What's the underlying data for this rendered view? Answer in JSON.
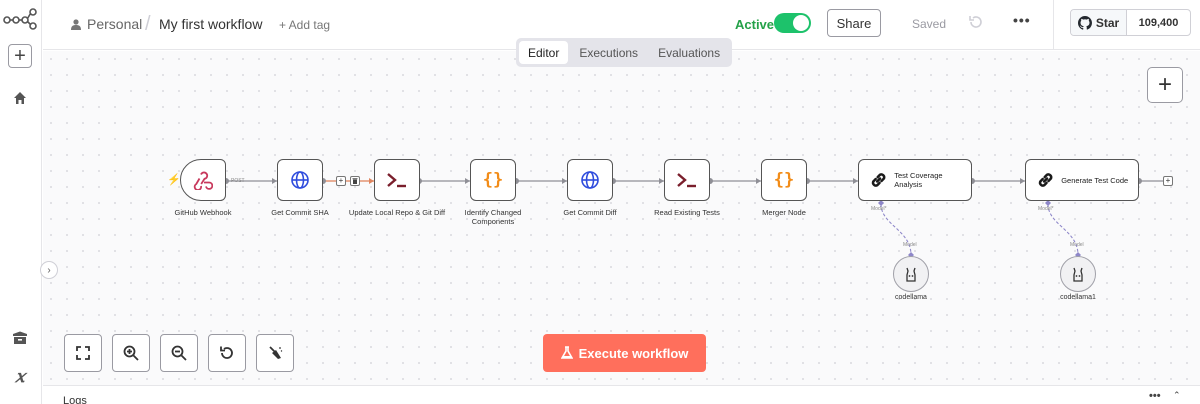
{
  "sidebar": {
    "logo_icon": "n8n-logo-icon",
    "add_icon": "plus-icon",
    "home_icon": "home-icon",
    "templates_icon": "box-icon",
    "variables_icon": "variable-x-icon",
    "expand_icon": "chevron-right-icon"
  },
  "header": {
    "project": "Personal",
    "separator": "/",
    "workflow_name": "My first workflow",
    "add_tag": "+ Add tag",
    "active_label": "Active",
    "active": true,
    "share": "Share",
    "saved": "Saved",
    "more": "•••"
  },
  "github": {
    "star_label": "Star",
    "count": "109,400"
  },
  "tabs": [
    {
      "label": "Editor",
      "active": true
    },
    {
      "label": "Executions",
      "active": false
    },
    {
      "label": "Evaluations",
      "active": false
    }
  ],
  "nodes": [
    {
      "id": "github-webhook",
      "label": "GitHub Webhook",
      "icon": "webhook-icon"
    },
    {
      "id": "get-commit-sha",
      "label": "Get Commit SHA",
      "icon": "globe-icon"
    },
    {
      "id": "update-local-repo",
      "label": "Update Local Repo & Git Diff",
      "icon": "terminal-icon"
    },
    {
      "id": "identify-changed",
      "label": "Identify Changed Components",
      "icon": "code-braces-icon"
    },
    {
      "id": "get-commit-diff",
      "label": "Get Commit Diff",
      "icon": "globe-icon"
    },
    {
      "id": "read-existing-tests",
      "label": "Read Existing Tests",
      "icon": "terminal-icon"
    },
    {
      "id": "merger-node",
      "label": "Merger Node",
      "icon": "code-braces-icon"
    },
    {
      "id": "test-coverage",
      "label": "Test Coverage Analysis",
      "icon": "link-chain-icon"
    },
    {
      "id": "generate-test-code",
      "label": "Generate Test Code",
      "icon": "link-chain-icon"
    }
  ],
  "webhook_method": "POST",
  "model_port_label": "Model*",
  "model_input_label": "Model",
  "models": [
    {
      "label": "codellama"
    },
    {
      "label": "codellama1"
    }
  ],
  "execute_label": "Execute workflow",
  "logs_title": "Logs",
  "colors": {
    "accent": "#ff6f5c",
    "active_green": "#1dc26b",
    "ai_purple": "#8e87c9"
  }
}
